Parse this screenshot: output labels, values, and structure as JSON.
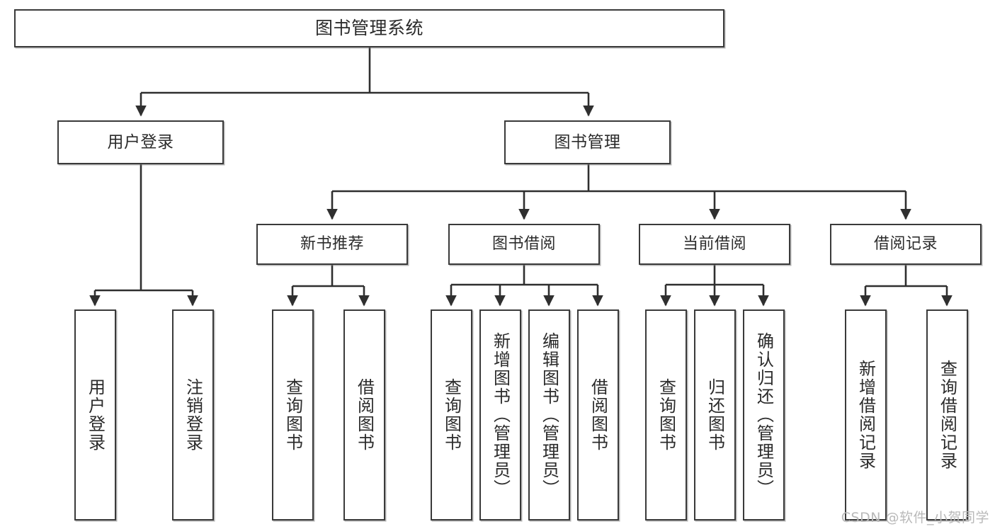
{
  "diagram": {
    "title": "图书管理系统",
    "type": "tree-hierarchy-chart",
    "colors": {
      "box_border": "#3a3a3a",
      "box_fill": "#ffffff",
      "connector": "#2f2f2f",
      "watermark": "#b9b9b9",
      "background": "#ffffff"
    }
  },
  "root": {
    "label": "图书管理系统"
  },
  "level2": {
    "user_login": "用户登录",
    "book_manage": "图书管理"
  },
  "level3": {
    "new_book_rec": "新书推荐",
    "book_borrow": "图书借阅",
    "current_borrow": "当前借阅",
    "borrow_record": "借阅记录"
  },
  "leaves": {
    "user_login_1": "用户登录",
    "user_login_2": "注销登录",
    "new_book_rec_1": "查询图书",
    "new_book_rec_2": "借阅图书",
    "book_borrow_1": "查询图书",
    "book_borrow_2": "新增图书（管理员）",
    "book_borrow_3": "编辑图书（管理员）",
    "book_borrow_4": "借阅图书",
    "current_borrow_1": "查询图书",
    "current_borrow_2": "归还图书",
    "current_borrow_3": "确认归还（管理员）",
    "borrow_record_1": "新增借阅记录",
    "borrow_record_2": "查询借阅记录"
  },
  "watermark": {
    "text": "CSDN @软件_小贺同学"
  },
  "chart_data": {
    "type": "table",
    "title": "图书管理系统 功能结构图",
    "hierarchy": [
      {
        "level": 1,
        "label": "图书管理系统",
        "children": [
          {
            "level": 2,
            "label": "用户登录",
            "children": [
              {
                "level": 3,
                "label": "用户登录",
                "children": []
              },
              {
                "level": 3,
                "label": "注销登录",
                "children": []
              }
            ]
          },
          {
            "level": 2,
            "label": "图书管理",
            "children": [
              {
                "level": 3,
                "label": "新书推荐",
                "children": [
                  {
                    "level": 4,
                    "label": "查询图书",
                    "children": []
                  },
                  {
                    "level": 4,
                    "label": "借阅图书",
                    "children": []
                  }
                ]
              },
              {
                "level": 3,
                "label": "图书借阅",
                "children": [
                  {
                    "level": 4,
                    "label": "查询图书",
                    "children": []
                  },
                  {
                    "level": 4,
                    "label": "新增图书（管理员）",
                    "children": []
                  },
                  {
                    "level": 4,
                    "label": "编辑图书（管理员）",
                    "children": []
                  },
                  {
                    "level": 4,
                    "label": "借阅图书",
                    "children": []
                  }
                ]
              },
              {
                "level": 3,
                "label": "当前借阅",
                "children": [
                  {
                    "level": 4,
                    "label": "查询图书",
                    "children": []
                  },
                  {
                    "level": 4,
                    "label": "归还图书",
                    "children": []
                  },
                  {
                    "level": 4,
                    "label": "确认归还（管理员）",
                    "children": []
                  }
                ]
              },
              {
                "level": 3,
                "label": "借阅记录",
                "children": [
                  {
                    "level": 4,
                    "label": "新增借阅记录",
                    "children": []
                  },
                  {
                    "level": 4,
                    "label": "查询借阅记录",
                    "children": []
                  }
                ]
              }
            ]
          }
        ]
      }
    ]
  }
}
